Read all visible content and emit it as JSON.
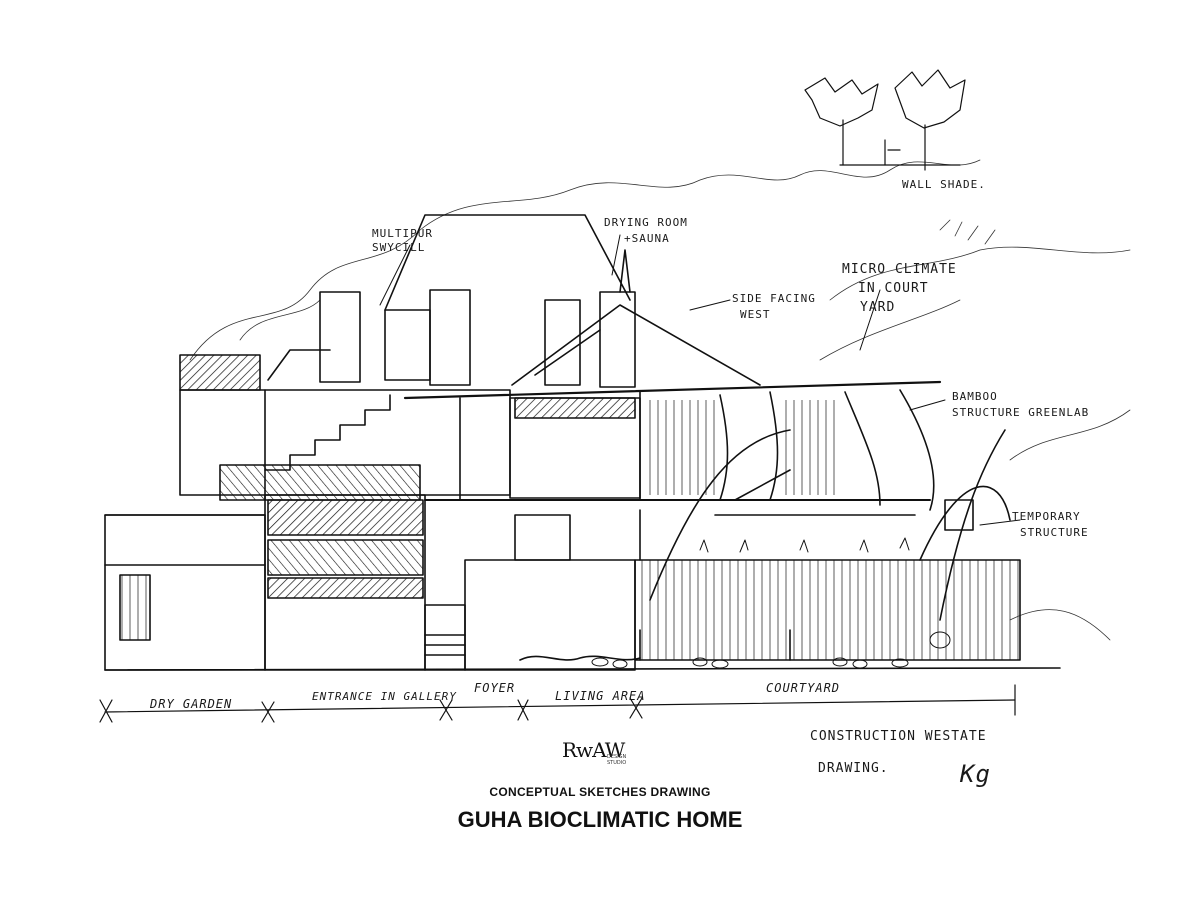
{
  "annotations": {
    "multipurpose": [
      "MULTIPUR",
      "SWYCILL"
    ],
    "drying_room": [
      "DRYING ROOM",
      "+SAUNA"
    ],
    "side_facing": [
      "SIDE FACING",
      "WEST"
    ],
    "micro_climate": [
      "MICRO CLIMATE",
      "IN COURT",
      "YARD"
    ],
    "bamboo": [
      "BAMBOO",
      "STRUCTURE GREENLAB"
    ],
    "temporary": [
      "TEMPORARY",
      "STRUCTURE"
    ],
    "wall_shade": "WALL SHADE.",
    "construction": [
      "CONSTRUCTION WESTATE",
      "DRAWING."
    ],
    "signature": "Kg"
  },
  "zones": [
    "DRY GARDEN",
    "ENTRANCE IN GALLERY",
    "FOYER",
    "LIVING AREA",
    "COURTYARD"
  ],
  "logo": {
    "mark": "RwAW",
    "word": "DESIGN STUDIO"
  },
  "subtitle": "CONCEPTUAL SKETCHES DRAWING",
  "title": "GUHA BIOCLIMATIC HOME"
}
